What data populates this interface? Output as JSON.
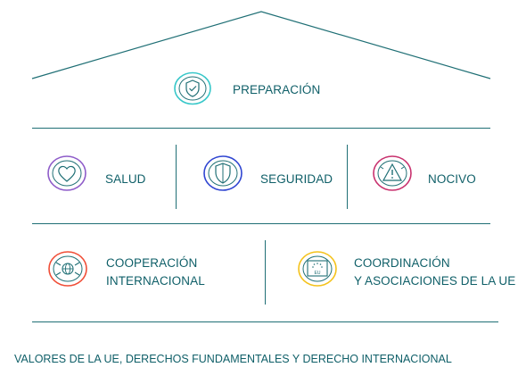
{
  "roof": {
    "label": "PREPARACIÓN",
    "icon": "shield-check-icon",
    "color": "#37c7c9"
  },
  "pillars": [
    {
      "label": "SALUD",
      "icon": "heart-icon",
      "color": "#8e5cc9"
    },
    {
      "label": "SEGURIDAD",
      "icon": "shield-icon",
      "color": "#2f45d1"
    },
    {
      "label": "NOCIVO",
      "icon": "warning-triangle-icon",
      "color": "#c8316e"
    }
  ],
  "base": [
    {
      "line1": "COOPERACIÓN",
      "line2": "INTERNACIONAL",
      "icon": "globe-hands-icon",
      "color": "#f04e37"
    },
    {
      "line1": "COORDINACIÓN",
      "line2": "Y ASOCIACIONES DE LA UE",
      "icon": "eu-flag-icon",
      "icon_text": "EU",
      "color": "#f4c21b"
    }
  ],
  "foundation": {
    "label": "VALORES DE LA UE, DERECHOS FUNDAMENTALES Y DERECHO INTERNACIONAL"
  },
  "colors": {
    "line": "#1f6f75",
    "text": "#0f5f68"
  }
}
